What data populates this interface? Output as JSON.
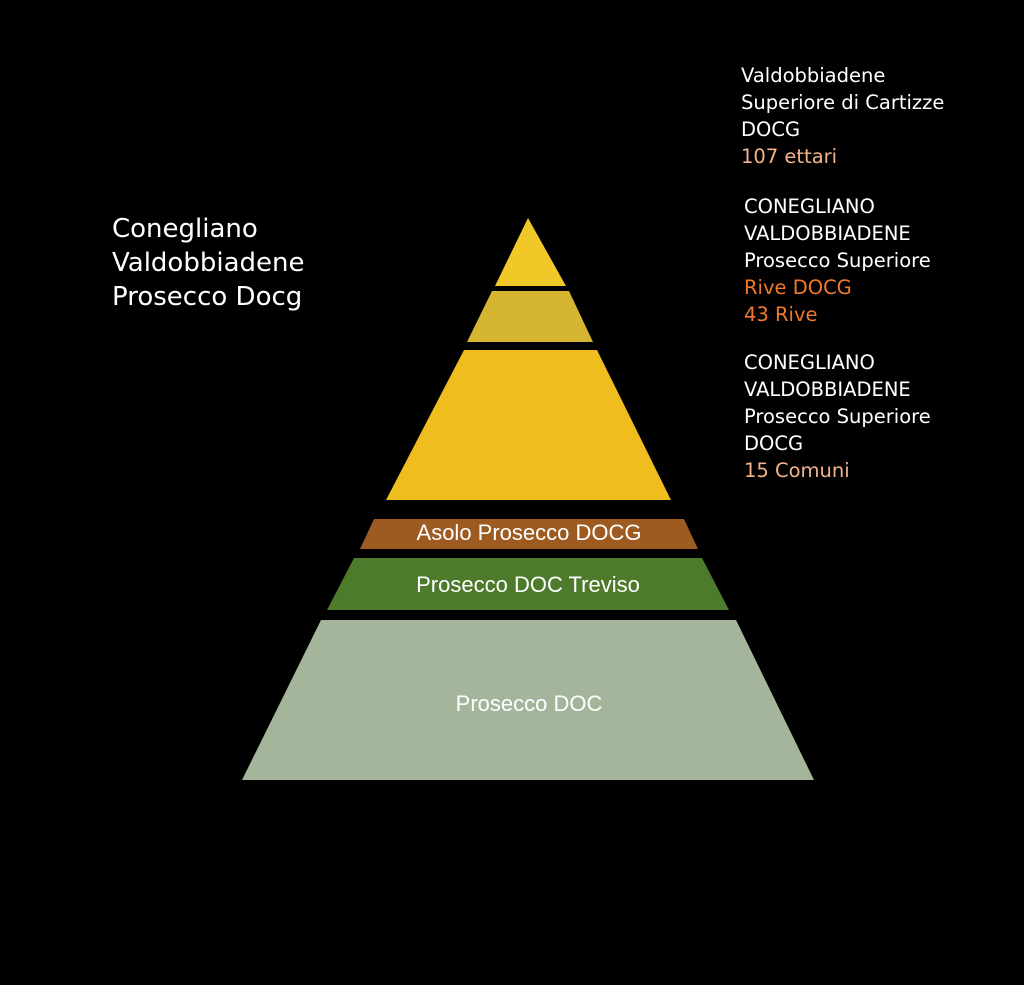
{
  "left_title": {
    "lines": [
      "Conegliano",
      "Valdobbiadene",
      "Prosecco Docg"
    ]
  },
  "notes": {
    "cartizze": {
      "lines": [
        "Valdobbiadene",
        "Superiore di Cartizze",
        "DOCG"
      ],
      "detail": "107 ettari"
    },
    "rive": {
      "lines": [
        "CONEGLIANO",
        "VALDOBBIADENE",
        "Prosecco Superiore"
      ],
      "detail_lines": [
        "Rive DOCG",
        "43 Rive"
      ]
    },
    "superiore": {
      "lines": [
        "CONEGLIANO",
        "VALDOBBIADENE",
        "Prosecco Superiore",
        "DOCG"
      ],
      "detail": "15 Comuni"
    }
  },
  "tiers": [
    {
      "key": "cartizze",
      "label": "",
      "color": "#f0c929"
    },
    {
      "key": "rive",
      "label": "",
      "color": "#d6b530"
    },
    {
      "key": "superiore",
      "label": "",
      "color": "#f0bd1e"
    },
    {
      "key": "asolo",
      "label": "Asolo Prosecco DOCG",
      "color": "#9d5a21"
    },
    {
      "key": "treviso",
      "label": "Prosecco DOC Treviso",
      "color": "#4e7a2c"
    },
    {
      "key": "doc",
      "label": "Prosecco DOC",
      "color": "#a4b59c"
    }
  ],
  "colors": {
    "background": "#000000",
    "accent_peach": "#f1b48c",
    "accent_orange": "#f07a2a"
  }
}
